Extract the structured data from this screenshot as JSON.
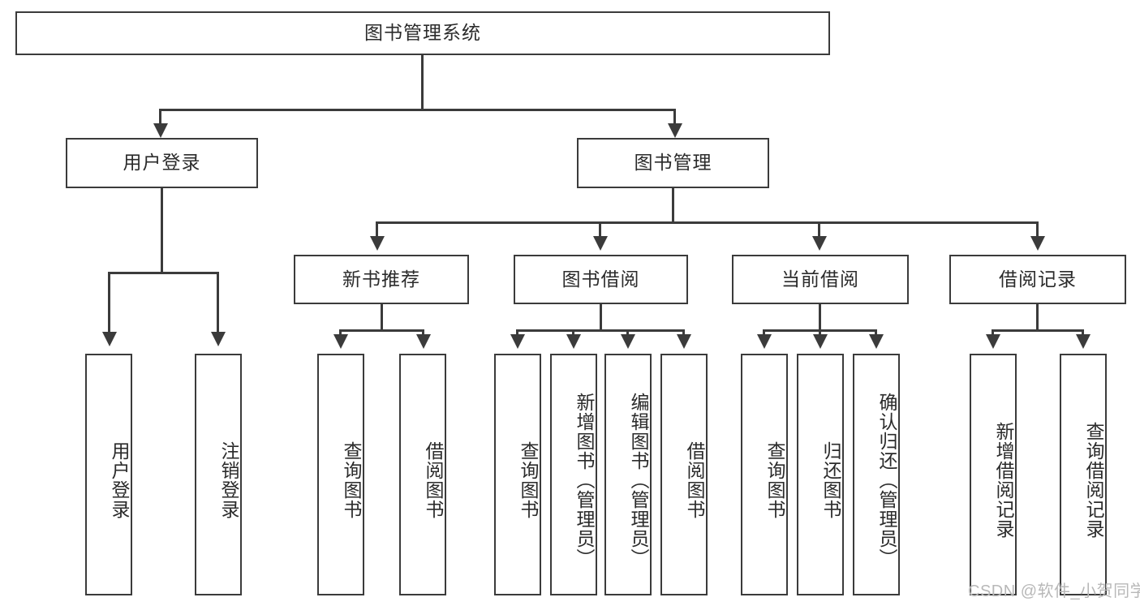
{
  "diagram": {
    "title": "图书管理系统",
    "type": "tree-hierarchy",
    "root": {
      "label": "图书管理系统"
    },
    "level2": [
      {
        "label": "用户登录"
      },
      {
        "label": "图书管理"
      }
    ],
    "level3": [
      {
        "label": "新书推荐"
      },
      {
        "label": "图书借阅"
      },
      {
        "label": "当前借阅"
      },
      {
        "label": "借阅记录"
      }
    ],
    "leaves": {
      "user_login": [
        {
          "label": "用户登录"
        },
        {
          "label": "注销登录"
        }
      ],
      "new_book_recommend": [
        {
          "label": "查询图书"
        },
        {
          "label": "借阅图书"
        }
      ],
      "book_borrow": [
        {
          "label": "查询图书"
        },
        {
          "label": "新增图书（管理员）"
        },
        {
          "label": "编辑图书（管理员）"
        },
        {
          "label": "借阅图书"
        }
      ],
      "current_borrow": [
        {
          "label": "查询图书"
        },
        {
          "label": "归还图书"
        },
        {
          "label": "确认归还（管理员）"
        }
      ],
      "borrow_record": [
        {
          "label": "新增借阅记录"
        },
        {
          "label": "查询借阅记录"
        }
      ]
    }
  },
  "watermark": {
    "text": "CSDN @软件_小贺同学"
  },
  "colors": {
    "border": "#3b3b3b",
    "text": "#2b2b2b",
    "background": "#ffffff",
    "watermark": "#b8b8b8"
  }
}
